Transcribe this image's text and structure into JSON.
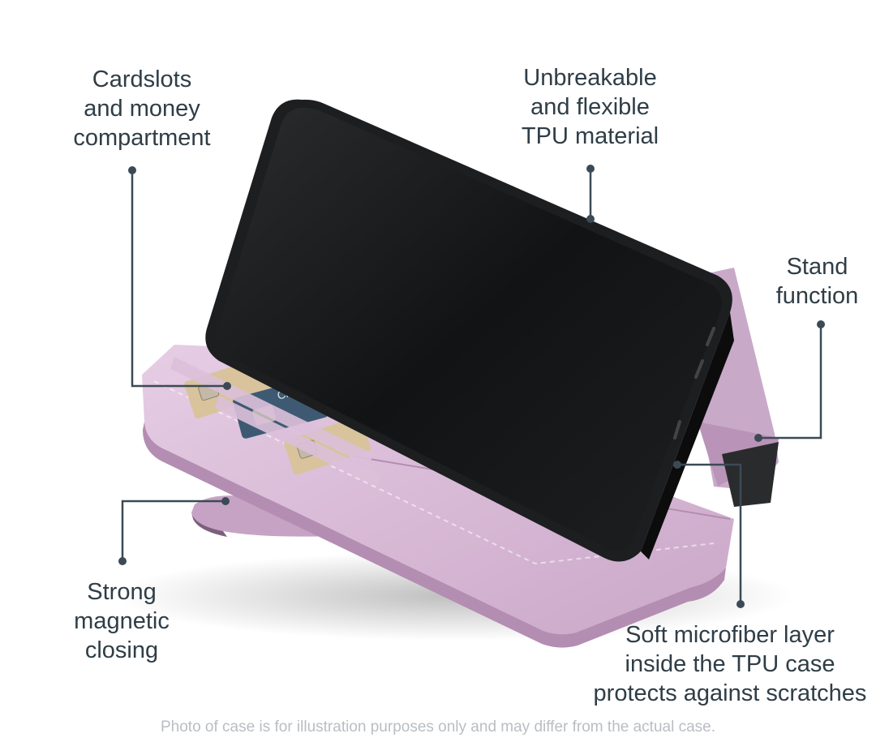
{
  "callouts": {
    "cardslots": [
      "Cardslots",
      "and money",
      "compartment"
    ],
    "tpu": [
      "Unbreakable",
      "and flexible",
      "TPU material"
    ],
    "stand": [
      "Stand",
      "function"
    ],
    "magnetic": [
      "Strong",
      "magnetic",
      "closing"
    ],
    "microfiber": [
      "Soft microfiber layer",
      "inside the TPU case",
      "protects against scratches"
    ]
  },
  "card_text": "Cred",
  "disclaimer": "Photo of case is for illustration purposes only and may differ from the actual case.",
  "colors": {
    "case_lavender": "#d9bcd8",
    "phone_black": "#151617",
    "callout_line": "#3b4a55",
    "text_dark": "#2f3d46",
    "text_muted": "#b9bec3"
  }
}
